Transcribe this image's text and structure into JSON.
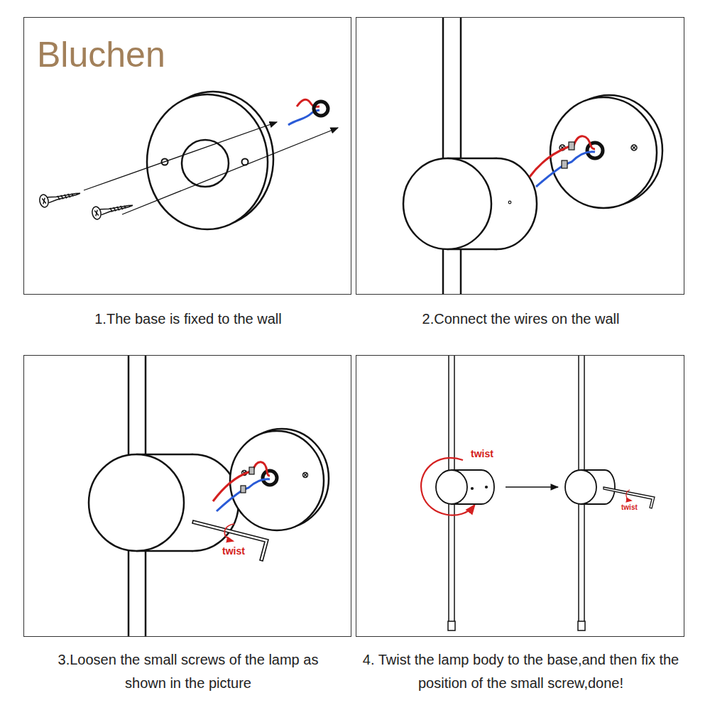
{
  "diagram": {
    "nodes": [
      {
        "text": [
          "1.The base is fixed to the wall"
        ]
      },
      {
        "text": [
          "2.Connect the wires on the wall"
        ]
      },
      {
        "text": [
          "3.Loosen the small screws of the lamp as shown in the picture"
        ]
      },
      {
        "text": [
          "4. Twist the lamp body to the base,and then fix the position of the small screw,done!"
        ]
      }
    ],
    "labels": [
      "Bluchen",
      "twist",
      "twist",
      "twist"
    ]
  }
}
